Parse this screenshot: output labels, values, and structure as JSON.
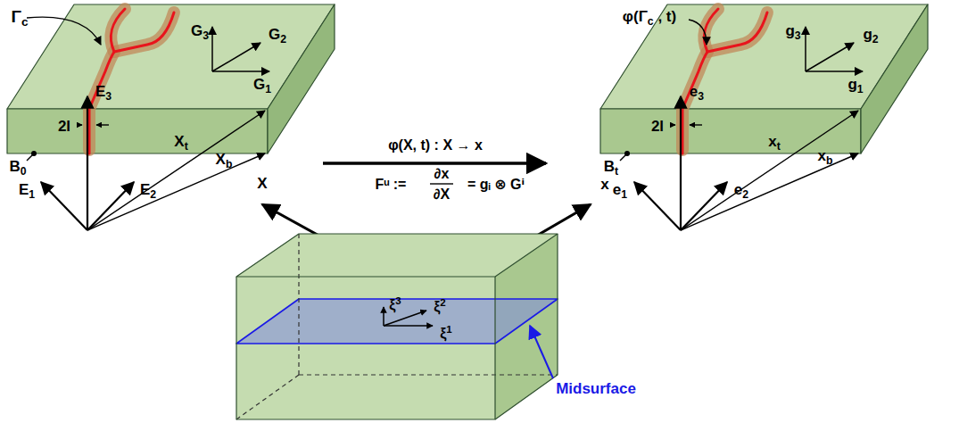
{
  "diagram": {
    "labels": [
      "Γc",
      "G3",
      "G2",
      "G1",
      "2l",
      "B0",
      "E3",
      "E1",
      "E2",
      "Xt",
      "Xb",
      "X",
      "φ(X, t) : X → x",
      "Fᵘ :=",
      "∂x",
      "∂X",
      "= gᵢ ⊗ Gⁱ",
      "φ(Γc , t)",
      "g3",
      "g2",
      "g1",
      "2l",
      "Bt",
      "e3",
      "e1",
      "e2",
      "xt",
      "xb",
      "x",
      "ξ3",
      "ξ2",
      "ξ1",
      "Midsurface"
    ]
  }
}
